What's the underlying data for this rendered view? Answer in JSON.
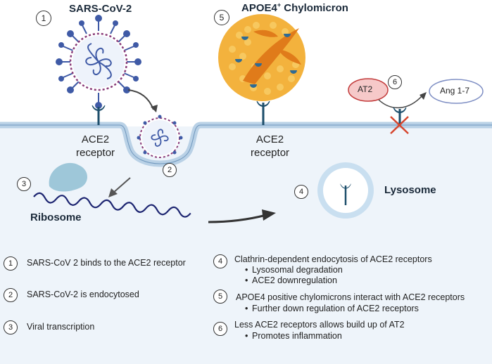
{
  "titles": {
    "sars": "SARS-CoV-2",
    "apoe4": "APOE4",
    "apoe4_sup": "+",
    "chylo": "Chylomicron"
  },
  "labels": {
    "ace2_left_line1": "ACE2",
    "ace2_left_line2": "receptor",
    "ace2_right_line1": "ACE2",
    "ace2_right_line2": "receptor",
    "at2": "AT2",
    "ang17": "Ang 1-7",
    "ribosome": "Ribosome",
    "lysosome": "Lysosome"
  },
  "diagram_numbers": [
    "1",
    "2",
    "3",
    "4",
    "5",
    "6"
  ],
  "legend": [
    {
      "num": "1",
      "text": "SARS-CoV 2 binds to the ACE2 receptor"
    },
    {
      "num": "2",
      "text": "SARS-CoV-2 is endocytosed"
    },
    {
      "num": "3",
      "text": "Viral transcription"
    },
    {
      "num": "4",
      "text": "Clathrin-dependent endocytosis of ACE2 receptors",
      "bullets": [
        "Lysosomal degradation",
        "ACE2 downregulation"
      ]
    },
    {
      "num": "5",
      "text": "APOE4 positive chylomicrons interact with ACE2 receptors",
      "bullets": [
        "Further down regulation of ACE2 receptors"
      ]
    },
    {
      "num": "6",
      "text": "Less ACE2 receptors allows build up of AT2",
      "bullets": [
        "Promotes inflammation"
      ]
    }
  ],
  "colors": {
    "cell_interior": "#eef4fa",
    "membrane": "#b9d1e6",
    "virus_body": "#8fb0d3",
    "spike": "#3f5aa6",
    "chylo_body": "#f3b23d",
    "chylo_band": "#e07b1a",
    "receptor": "#1d4e6b",
    "at2_fill": "#f6c9c9",
    "at2_stroke": "#c23b3b",
    "ang_stroke": "#7f8fc4",
    "ribosome": "#9ec7d9",
    "mrna": "#1c2470",
    "lysosome": "#c9dff0",
    "cross": "#d6452d"
  }
}
